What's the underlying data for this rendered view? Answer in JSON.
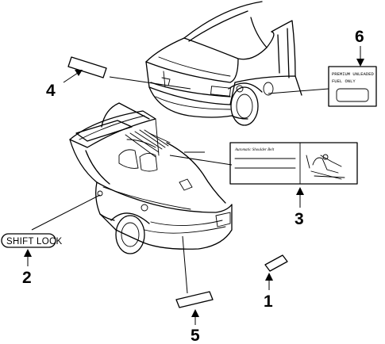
{
  "callouts": [
    {
      "id": "1",
      "label": "1"
    },
    {
      "id": "2",
      "label": "2"
    },
    {
      "id": "3",
      "label": "3"
    },
    {
      "id": "4",
      "label": "4"
    },
    {
      "id": "5",
      "label": "5"
    },
    {
      "id": "6",
      "label": "6"
    }
  ],
  "labels": {
    "fuel_line1": "PREMIUM UNLEADED",
    "fuel_line2": "FUEL ONLY",
    "airbag_heading": "Automatic Shoulder Belt",
    "shift_lock": "SHIFT LOCK"
  }
}
